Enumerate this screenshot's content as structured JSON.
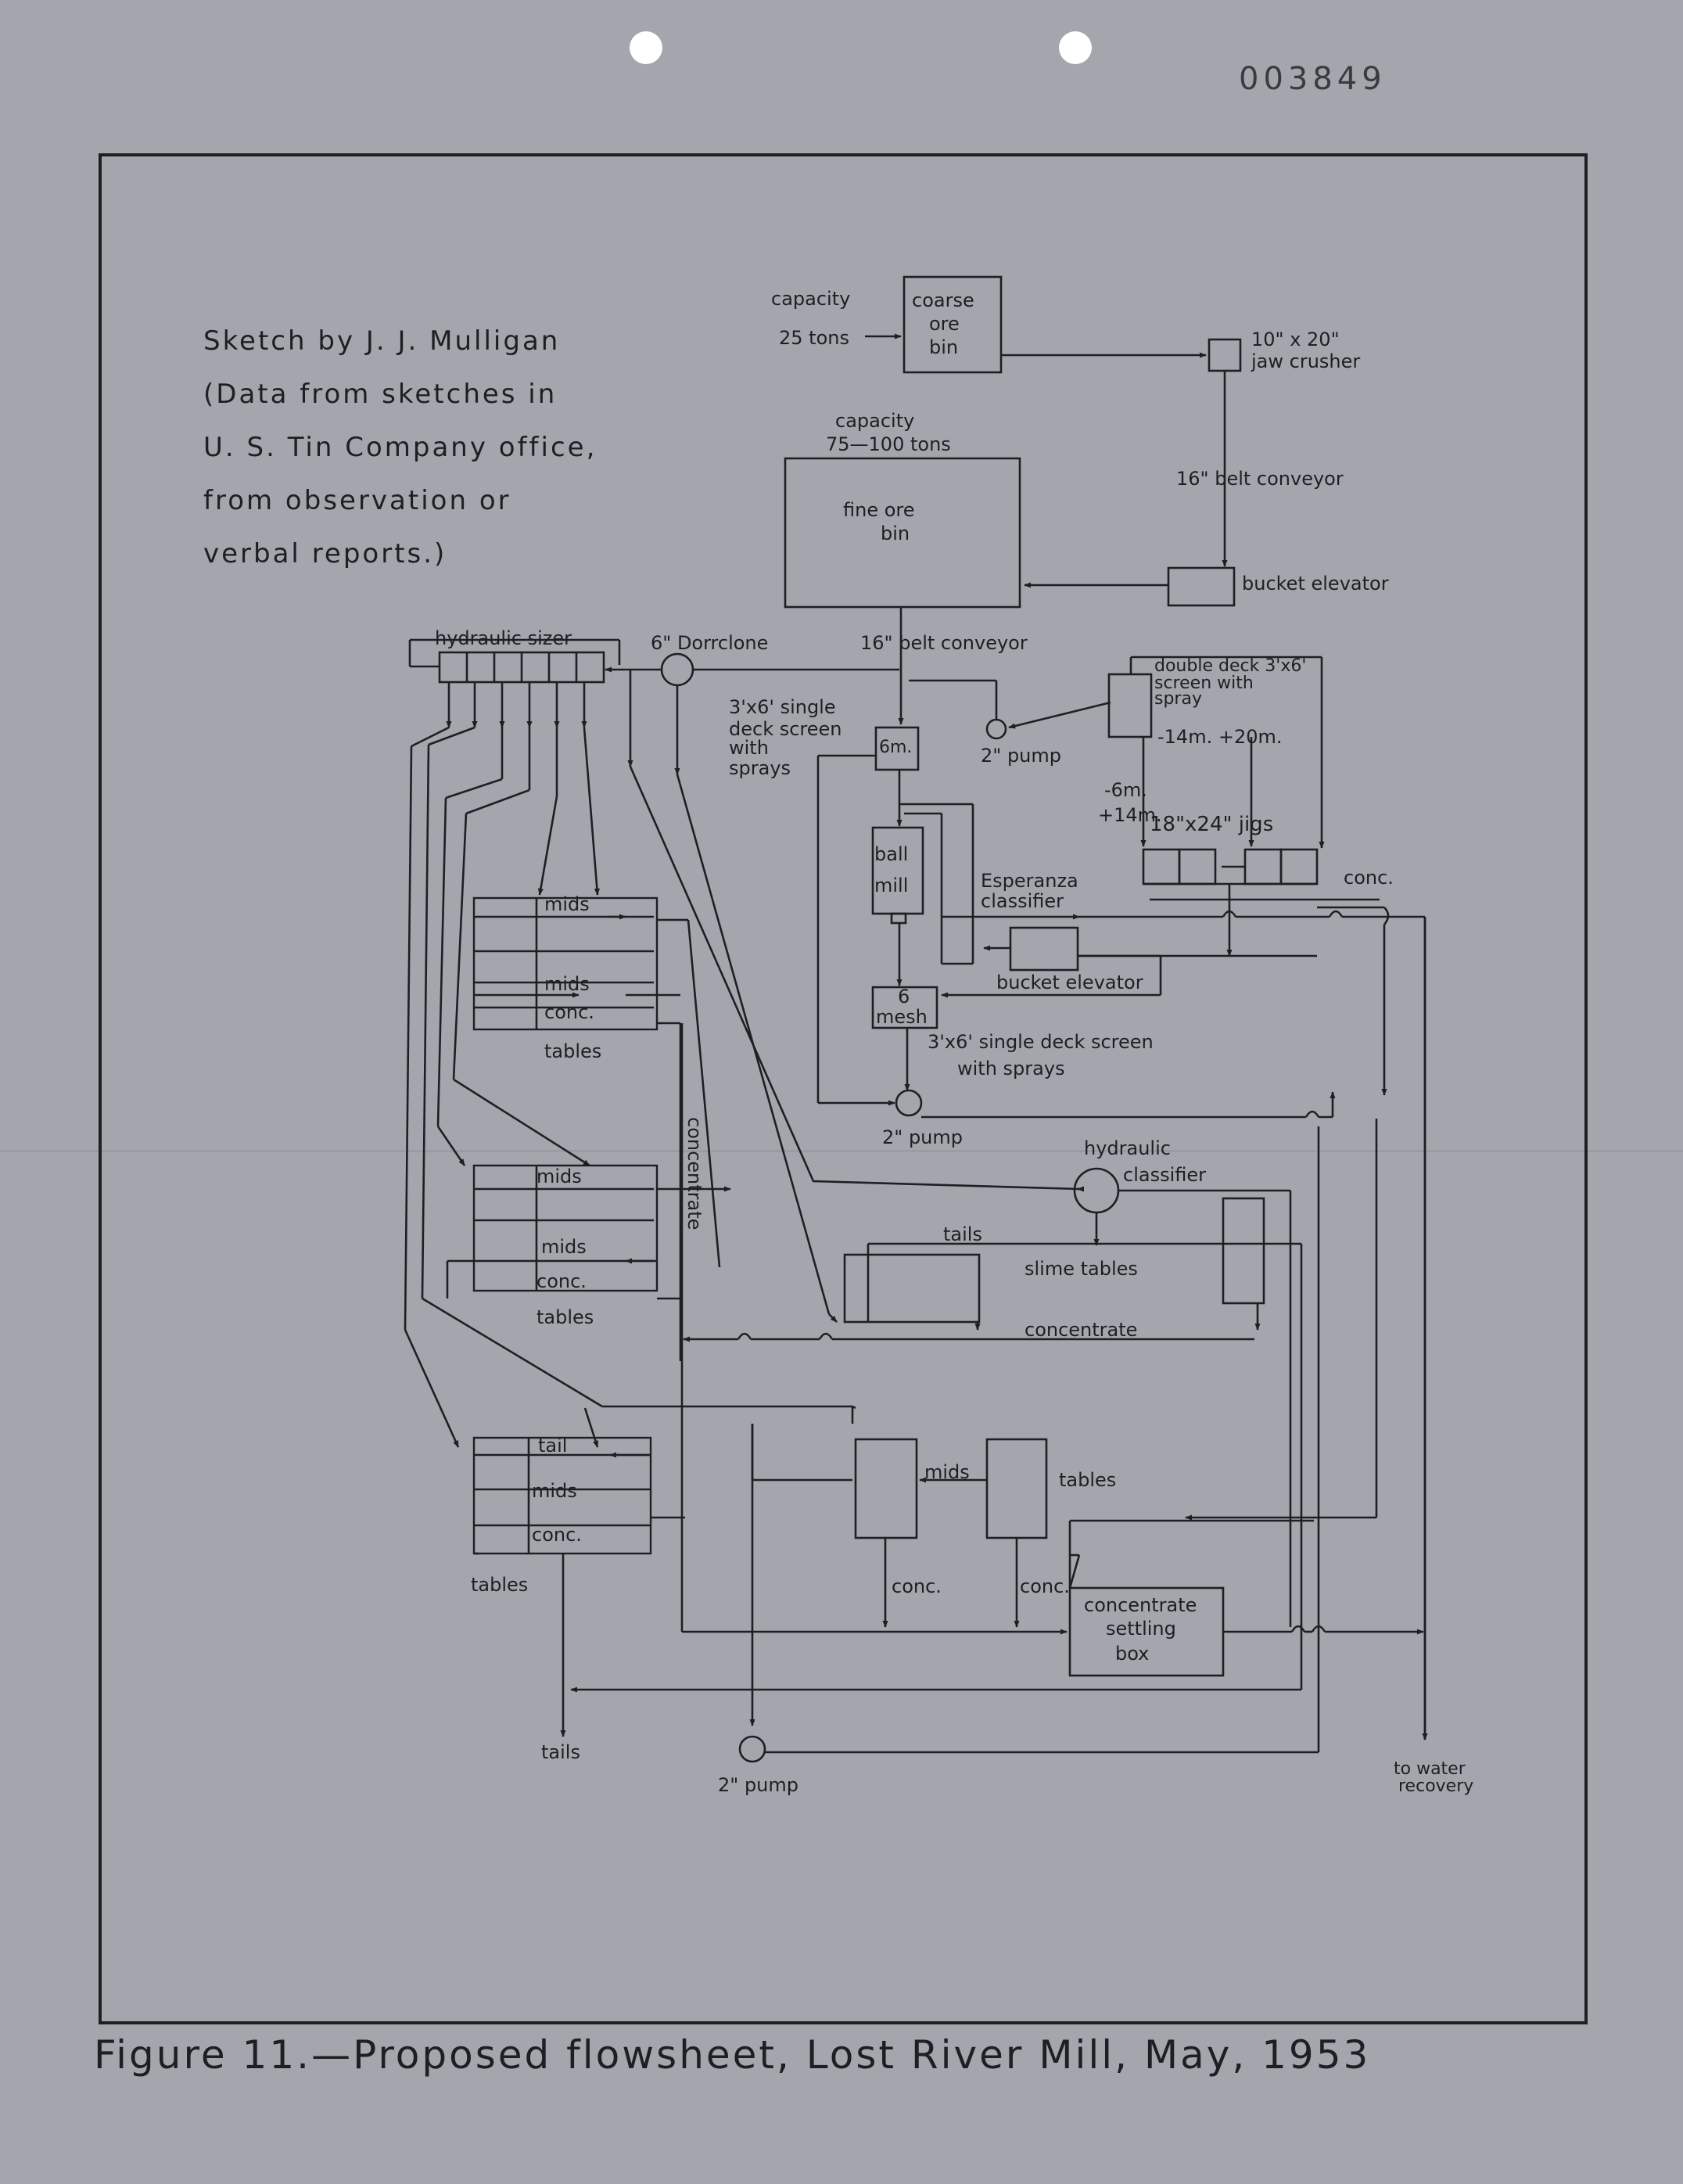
{
  "document": {
    "id": "003849",
    "credit": [
      "Sketch by J. J. Mulligan",
      "(Data from sketches in",
      "U. S. Tin Company office,",
      "from observation or",
      "verbal reports.)"
    ],
    "caption": "Figure 11.—Proposed flowsheet, Lost River Mill, May, 1953"
  },
  "flowsheet": {
    "coarse_bin": {
      "capacity": "capacity",
      "tons": "25 tons",
      "l1": "coarse",
      "l2": "ore",
      "l3": "bin"
    },
    "jaw_crusher": {
      "l1": "10\" x 20\"",
      "l2": "jaw crusher"
    },
    "conveyor_1": "16\" belt conveyor",
    "fine_bin": {
      "capacity": "capacity",
      "tons": "75—100 tons",
      "l1": "fine ore",
      "l2": "bin"
    },
    "bucket_elevator_1": "bucket elevator",
    "hydraulic_sizer": "hydraulic sizer",
    "dorrclone": "6\" Dorrclone",
    "conveyor_2": "16\" belt conveyor",
    "double_deck": {
      "l1": "double deck 3'x6'",
      "l2": "screen with",
      "l3": "spray"
    },
    "screen_sizes": "-14m. +20m.",
    "jig_sizes": {
      "l1": "-6m.",
      "l2": "+14m."
    },
    "jigs": "18\"x24\" jigs",
    "conc_right": "conc.",
    "single_deck_1": {
      "l1": "3'x6' single",
      "l2": "deck screen",
      "l3": "with",
      "l4": "sprays"
    },
    "screen_6m": "6m.",
    "pump_top": "2\" pump",
    "ball_mill": {
      "l1": "ball",
      "l2": "mill"
    },
    "esperanza": {
      "l1": "Esperanza",
      "l2": "classifier"
    },
    "bucket_elevator_2": "bucket elevator",
    "mesh_6": {
      "l1": "6",
      "l2": "mesh"
    },
    "single_deck_2": {
      "l1": "3'x6' single deck screen",
      "l2": "with sprays"
    },
    "pump_mid": "2\" pump",
    "hydraulic_classifier": {
      "l1": "hydraulic",
      "l2": "classifier"
    },
    "tails_label": "tails",
    "slime_tables": "slime tables",
    "concentrate_label": "concentrate",
    "concentrate_vertical": "concentrate",
    "table1": {
      "mids1": "mids",
      "mids2": "mids",
      "conc": "conc.",
      "name": "tables"
    },
    "table2": {
      "mids1": "mids",
      "mids2": "mids",
      "conc": "conc.",
      "name": "tables"
    },
    "table3": {
      "tail": "tail",
      "mids": "mids",
      "conc": "conc.",
      "name": "tables"
    },
    "tables_right": {
      "mids": "mids",
      "name": "tables",
      "conc1": "conc.",
      "conc2": "conc."
    },
    "settling_box": {
      "l1": "concentrate",
      "l2": "settling",
      "l3": "box"
    },
    "tails_bottom": "tails",
    "pump_bottom": "2\" pump",
    "water_recovery": {
      "l1": "to water",
      "l2": "recovery"
    }
  }
}
